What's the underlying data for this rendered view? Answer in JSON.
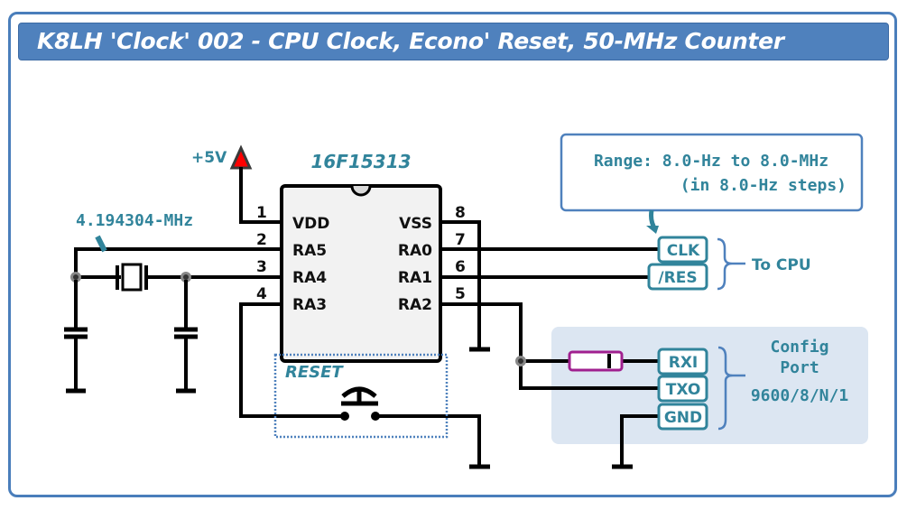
{
  "title": "K8LH 'Clock' 002 - CPU Clock, Econo' Reset, 50-MHz Counter",
  "chip": {
    "part_number": "16F15313",
    "pins": [
      {
        "num": "1",
        "name": "VDD"
      },
      {
        "num": "2",
        "name": "RA5"
      },
      {
        "num": "3",
        "name": "RA4"
      },
      {
        "num": "4",
        "name": "RA3"
      },
      {
        "num": "8",
        "name": "VSS"
      },
      {
        "num": "7",
        "name": "RA0"
      },
      {
        "num": "6",
        "name": "RA1"
      },
      {
        "num": "5",
        "name": "RA2"
      }
    ]
  },
  "power": {
    "label": "+5V"
  },
  "crystal": {
    "label": "4.194304-MHz"
  },
  "reset": {
    "label": "RESET"
  },
  "range_note": {
    "line1": "Range: 8.0-Hz to 8.0-MHz",
    "line2": "(in 8.0-Hz steps)"
  },
  "cpu_connector": {
    "tags": [
      "CLK",
      "/RES"
    ],
    "label": "To CPU"
  },
  "config_port": {
    "tags": [
      "RXI",
      "TXO",
      "GND"
    ],
    "label_line1": "Config",
    "label_line2": "Port",
    "settings": "9600/8/N/1"
  },
  "colors": {
    "accent": "#4f81bd",
    "teal": "#31849b",
    "power_arrow": "#ff0000",
    "diode": "#a0208f",
    "config_bg": "#dce6f2"
  }
}
